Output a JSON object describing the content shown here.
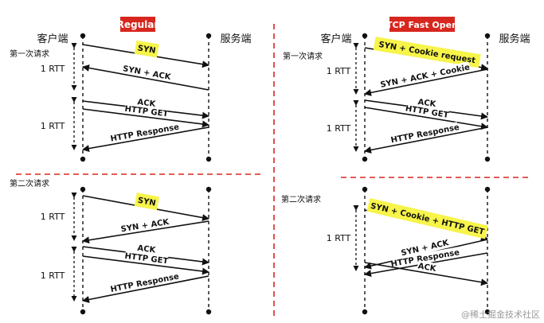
{
  "diagram": {
    "tag_regular": "Regular",
    "tag_tfo": "TCP Fast Open",
    "client_label": "客户端",
    "server_label": "服务端",
    "first_request": "第一次请求",
    "second_request": "第二次请求",
    "rtt_label": "1 RTT",
    "accent_red": "#d7261e",
    "highlight_yellow": "#f7f44a",
    "regular_first": [
      {
        "text": "SYN",
        "direction": "client-to-server",
        "highlight": true
      },
      {
        "text": "SYN + ACK",
        "direction": "server-to-client",
        "highlight": false
      },
      {
        "text": "ACK",
        "direction": "client-to-server",
        "highlight": false
      },
      {
        "text": "HTTP GET",
        "direction": "client-to-server",
        "highlight": false
      },
      {
        "text": "HTTP Response",
        "direction": "server-to-client",
        "highlight": false
      }
    ],
    "regular_second": [
      {
        "text": "SYN",
        "direction": "client-to-server",
        "highlight": true
      },
      {
        "text": "SYN + ACK",
        "direction": "server-to-client",
        "highlight": false
      },
      {
        "text": "ACK",
        "direction": "client-to-server",
        "highlight": false
      },
      {
        "text": "HTTP GET",
        "direction": "client-to-server",
        "highlight": false
      },
      {
        "text": "HTTP Response",
        "direction": "server-to-client",
        "highlight": false
      }
    ],
    "tfo_first": [
      {
        "text": "SYN + Cookie request",
        "direction": "client-to-server",
        "highlight": true
      },
      {
        "text": "SYN + ACK + Cookie",
        "direction": "server-to-client",
        "highlight": false
      },
      {
        "text": "ACK",
        "direction": "client-to-server",
        "highlight": false
      },
      {
        "text": "HTTP GET",
        "direction": "client-to-server",
        "highlight": false
      },
      {
        "text": "HTTP Response",
        "direction": "server-to-client",
        "highlight": false
      }
    ],
    "tfo_second": [
      {
        "text": "SYN + Cookie + HTTP GET",
        "direction": "client-to-server",
        "highlight": true
      },
      {
        "text": "SYN + ACK",
        "direction": "server-to-client",
        "highlight": false
      },
      {
        "text": "HTTP Response",
        "direction": "server-to-client",
        "highlight": false
      },
      {
        "text": "ACK",
        "direction": "client-to-server",
        "highlight": false
      }
    ],
    "watermark": "@稀土掘金技术社区"
  }
}
